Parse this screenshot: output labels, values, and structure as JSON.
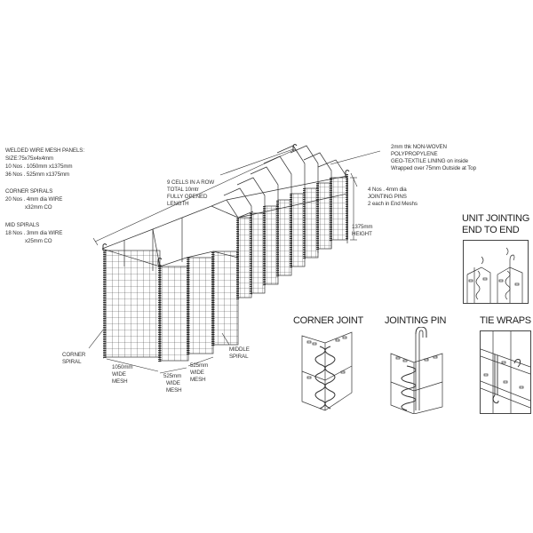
{
  "specs": {
    "panels_title": "WELDED WIRE MESH PANELS:",
    "panels_size": "SIZE:75x75x4x4mm",
    "panels_line1": "10 Nos . 1050mm x1375mm",
    "panels_line2": "36 Nos . 525mm x1375mm",
    "corner_title": "CORNER SPIRALS",
    "corner_line1": "20 Nos . 4mm dia WIRE",
    "corner_line2": "x32mm CO",
    "mid_title": "MID SPIRALS",
    "mid_line1": "18 Nos . 3mm dia WIRE",
    "mid_line2": "x25mm CO"
  },
  "labels": {
    "cells_line1": "9 CELLS IN A ROW",
    "cells_line2": "TOTAL 10mtr",
    "cells_line3": "FULLY OPENED",
    "cells_line4": "LENGTH",
    "geo_line1": "2mm thk NON-WOVEN",
    "geo_line2": "POLYPROPYLENE",
    "geo_line3": "GEO-TEXTILE LINING on inside",
    "geo_line4": "Wrapped over 75mm Outside at Top",
    "pins_line1": "4 Nos . 4mm dia",
    "pins_line2": "JOINTING PINS",
    "pins_line3": "2 each in End Meshs",
    "height_line1": "1375mm",
    "height_line2": "HEIGHT",
    "corner_spiral_line1": "CORNER",
    "corner_spiral_line2": "SPIRAL",
    "middle_spiral_line1": "MIDDLE",
    "middle_spiral_line2": "SPIRAL",
    "wide1050_line1": "1050mm",
    "wide1050_line2": "WIDE",
    "wide1050_line3": "MESH",
    "wide525a_line1": "525mm",
    "wide525a_line2": "WIDE",
    "wide525a_line3": "MESH",
    "wide525b_line1": "525mm",
    "wide525b_line2": "WIDE",
    "wide525b_line3": "MESH"
  },
  "details": {
    "unit_jointing_line1": "UNIT JOINTING",
    "unit_jointing_line2": "END TO END",
    "corner_joint": "CORNER JOINT",
    "jointing_pin": "JOINTING PIN",
    "tie_wraps": "TIE WRAPS"
  },
  "colors": {
    "line": "#333333",
    "background": "#ffffff"
  }
}
